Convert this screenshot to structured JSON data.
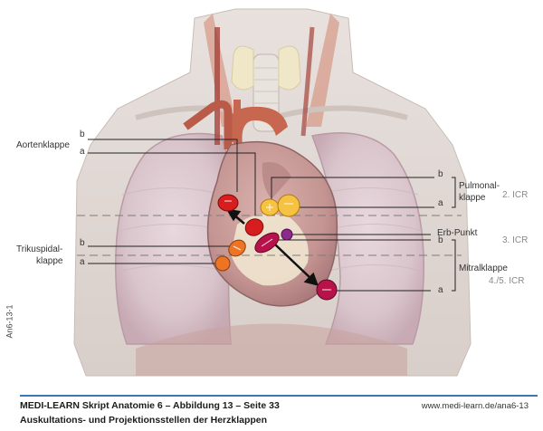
{
  "labels": {
    "aortenklappe": "Aortenklappe",
    "aortenklappe_b": "b",
    "aortenklappe_a": "a",
    "trikuspidal_1": "Trikuspidal-",
    "trikuspidal_2": "klappe",
    "trikuspidal_b": "b",
    "trikuspidal_a": "a",
    "pulmonal_1": "Pulmonal-",
    "pulmonal_2": "klappe",
    "pulmonal_b": "b",
    "pulmonal_a": "a",
    "icr_2": "2. ICR",
    "erb": "Erb-Punkt",
    "icr_3": "3. ICR",
    "mitral_b": "b",
    "mitral": "Mitralklappe",
    "mitral_a": "a",
    "icr_45": "4./5. ICR"
  },
  "side_code": "An6-13-1",
  "footer": {
    "title": "MEDI-LEARN Skript Anatomie 6 – Abbildung 13 – Seite 33",
    "url": "www.medi-learn.de/ana6-13",
    "subtitle": "Auskultations- und Projektionsstellen der Herzklappen"
  },
  "colors": {
    "aortic": "#d71d1d",
    "pulmonary": "#f5c242",
    "tricuspid": "#ec7423",
    "mitral": "#b8124a",
    "erb": "#8e2a8e",
    "footer_rule": "#3a76b8"
  }
}
